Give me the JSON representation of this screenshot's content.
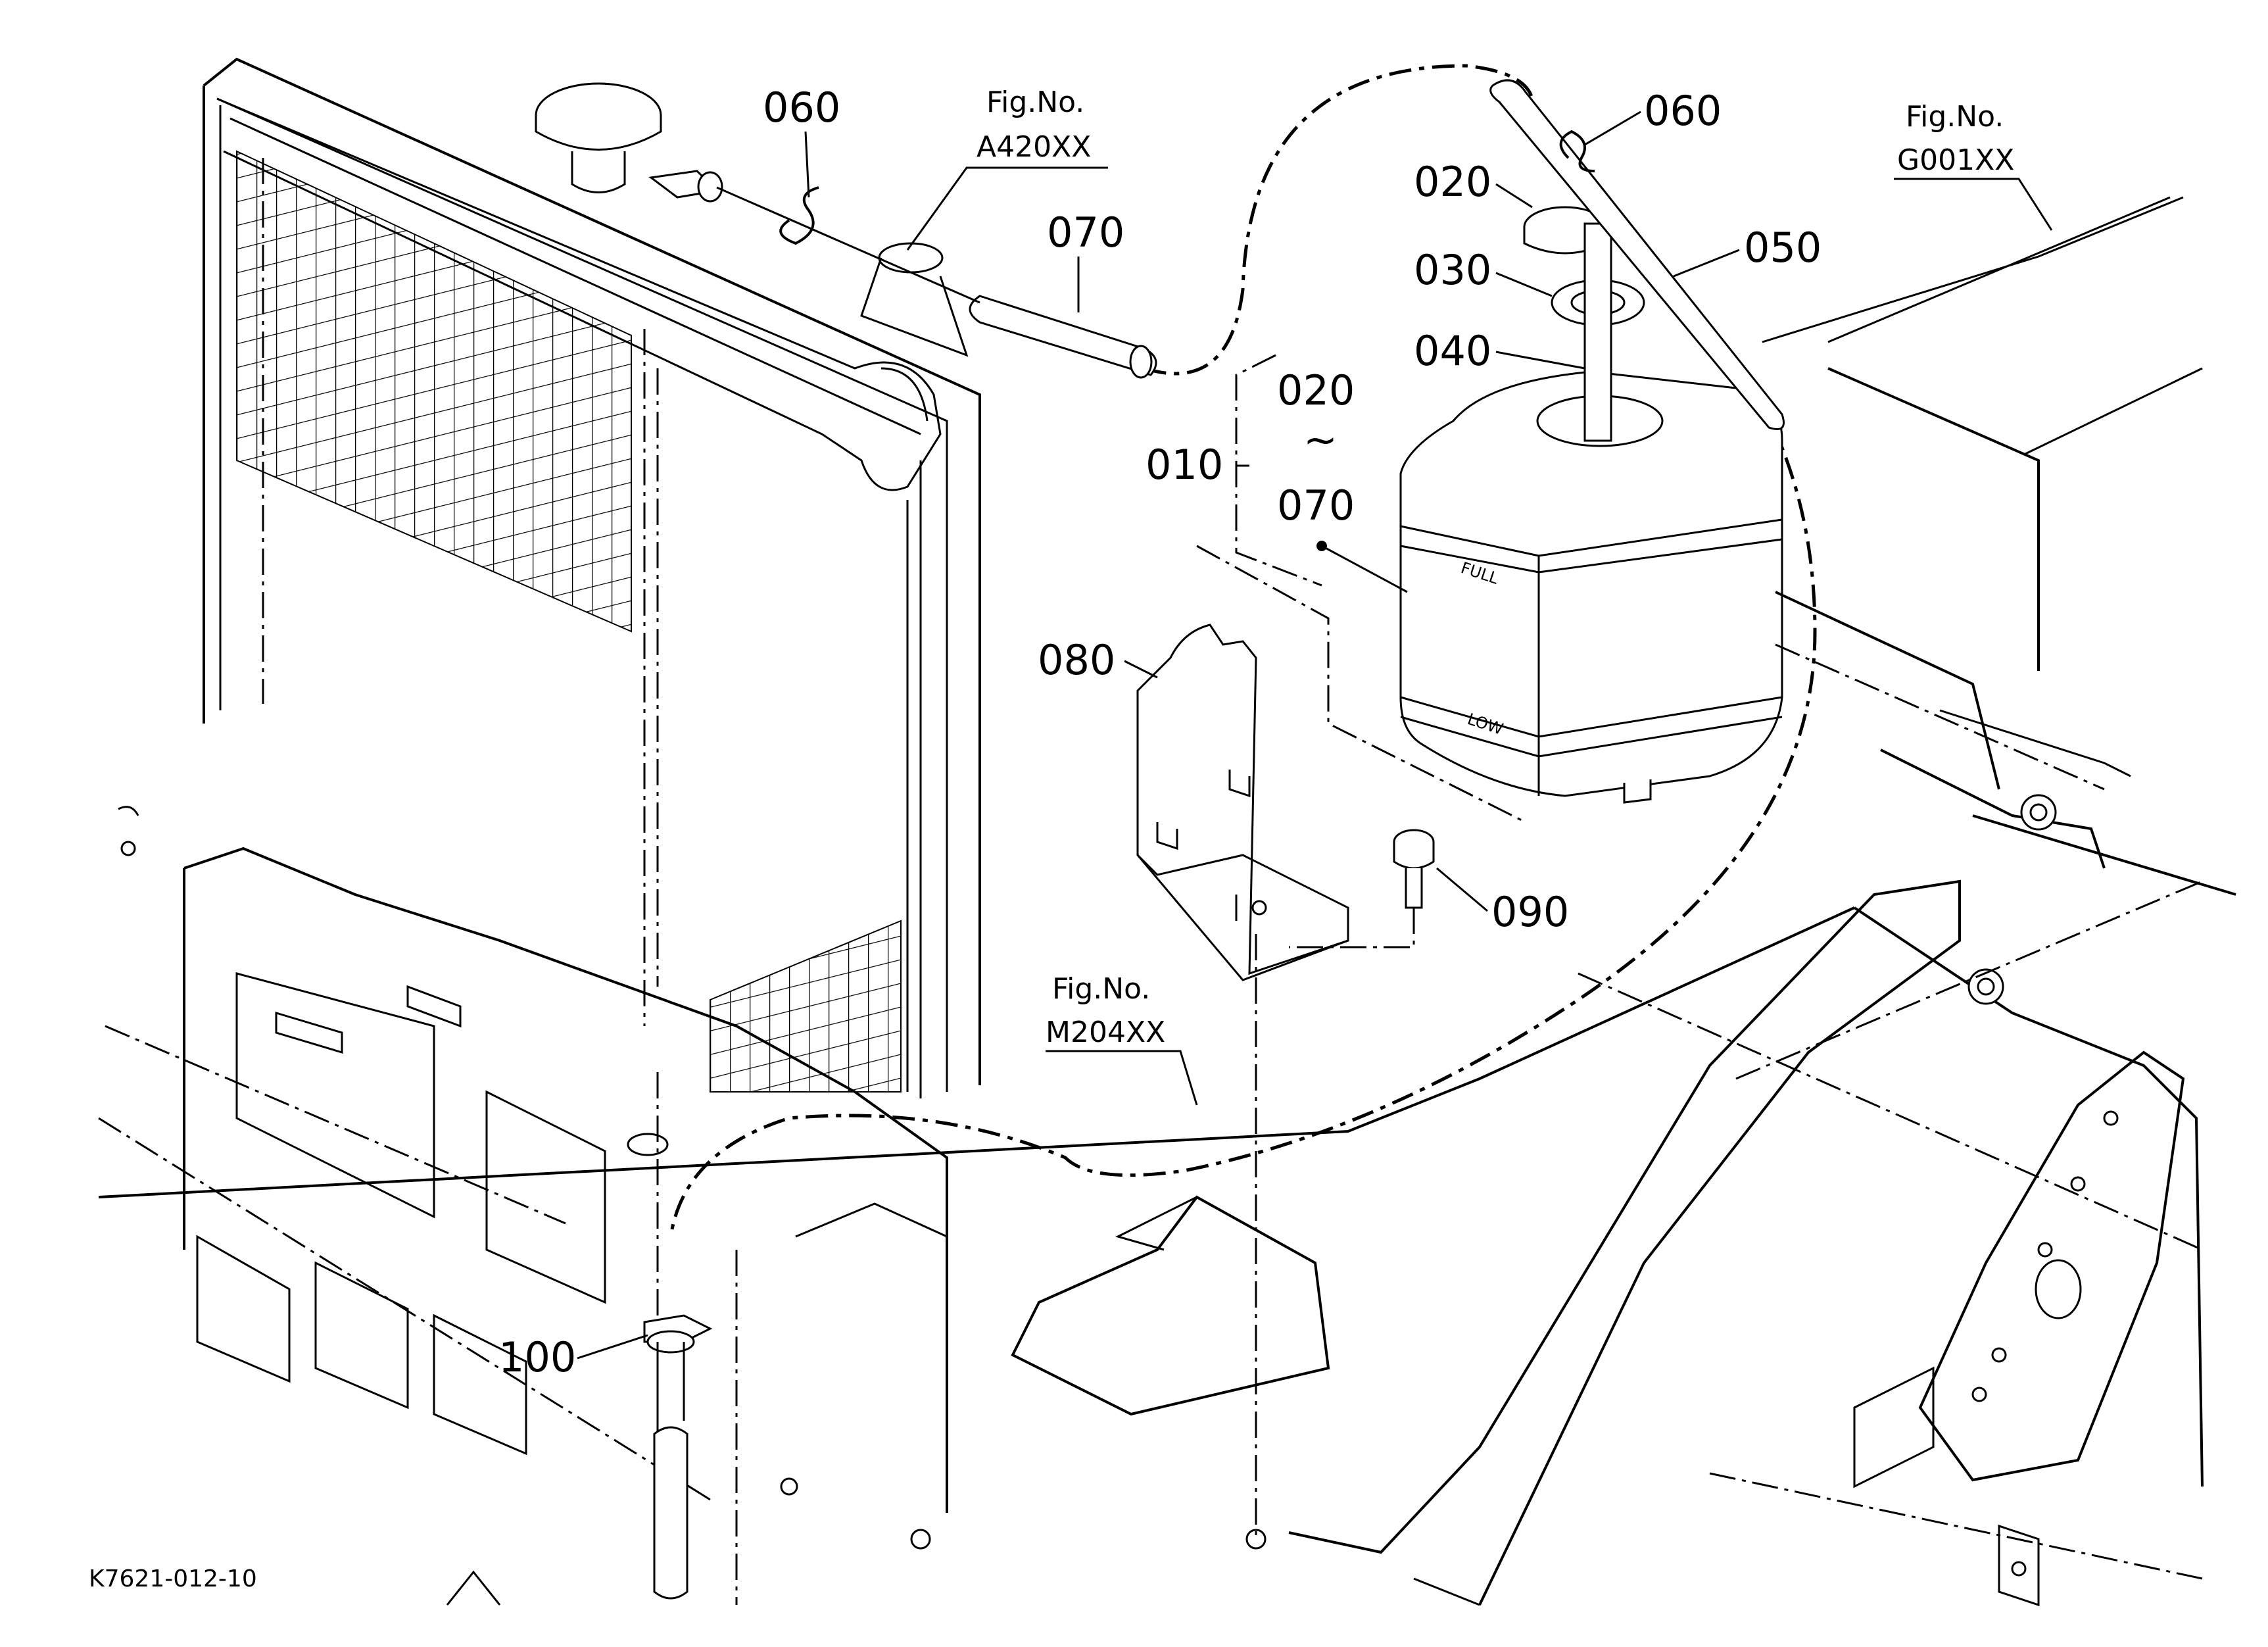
{
  "drawing_code": "K7621-012-10",
  "callouts": {
    "c010": "010",
    "c020_range_start": "020",
    "c020_range_sep": "~",
    "c020_range_end": "070",
    "c020": "020",
    "c030": "030",
    "c040": "040",
    "c050": "050",
    "c060_left": "060",
    "c060_right": "060",
    "c070": "070",
    "c080": "080",
    "c090": "090",
    "c100": "100"
  },
  "fig_refs": {
    "a420": {
      "label": "Fig.No.",
      "code": "A420XX"
    },
    "g001": {
      "label": "Fig.No.",
      "code": "G001XX"
    },
    "m204": {
      "label": "Fig.No.",
      "code": "M204XX"
    }
  },
  "tank_marks": {
    "full": "FULL",
    "low": "LOW"
  }
}
